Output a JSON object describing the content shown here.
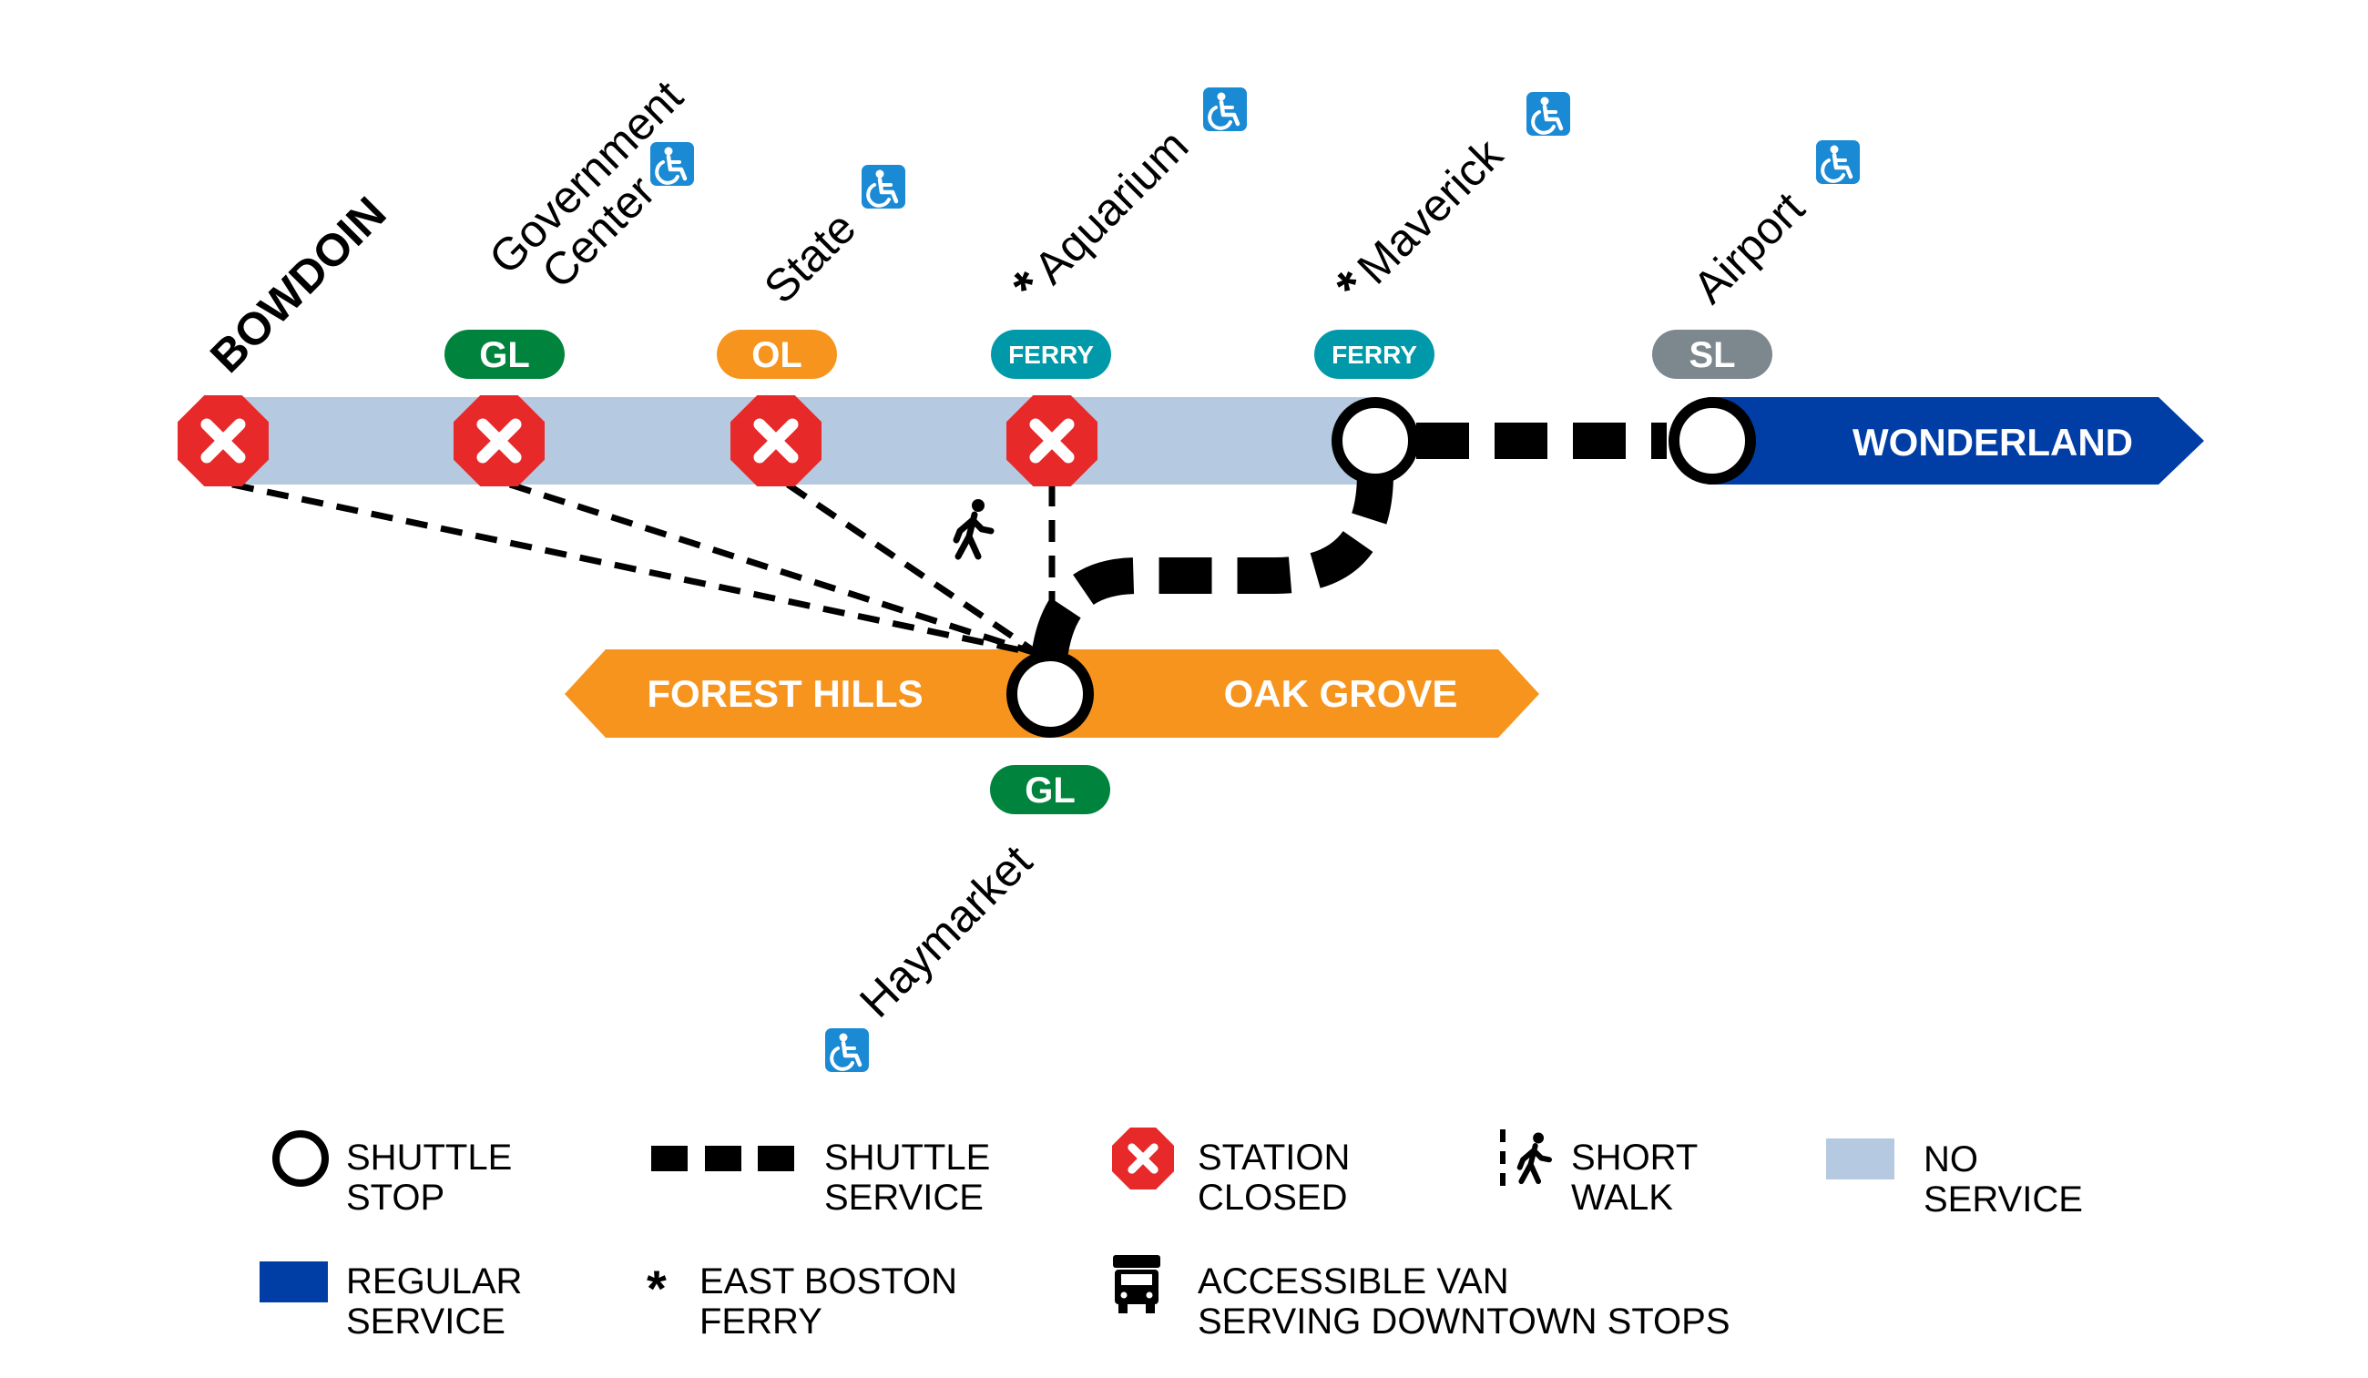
{
  "colors": {
    "no_service": "#b5c9e0",
    "blue_line": "#003da5",
    "orange_line": "#f7941d",
    "green_line": "#00843d",
    "silver_line": "#7c878e",
    "ferry": "#0099aa",
    "closed": "#e8292a",
    "access": "#1a8ad4",
    "ink": "#000000"
  },
  "blue_line": {
    "destination": "WONDERLAND",
    "stations": [
      {
        "name": "BOWDOIN",
        "status": "closed",
        "connection": "",
        "accessible": false,
        "ferry": false
      },
      {
        "name_lines": [
          "Government",
          "Center"
        ],
        "status": "closed",
        "connection": "GL",
        "accessible": true,
        "ferry": false
      },
      {
        "name": "State",
        "status": "closed",
        "connection": "OL",
        "accessible": true,
        "ferry": false
      },
      {
        "name": "Aquarium",
        "status": "closed",
        "connection": "FERRY",
        "accessible": true,
        "ferry": true
      },
      {
        "name": "Maverick",
        "status": "shuttle",
        "connection": "FERRY",
        "accessible": true,
        "ferry": true
      },
      {
        "name": "Airport",
        "status": "shuttle",
        "connection": "SL",
        "accessible": true,
        "ferry": false
      }
    ]
  },
  "orange_line": {
    "left_destination": "FOREST HILLS",
    "right_destination": "OAK GROVE",
    "station": {
      "name": "Haymarket",
      "connection": "GL",
      "accessible": true,
      "status": "shuttle"
    }
  },
  "ferry_mark": "*",
  "legend": {
    "shuttle_stop": [
      "SHUTTLE",
      "STOP"
    ],
    "shuttle_service": [
      "SHUTTLE",
      "SERVICE"
    ],
    "station_closed": [
      "STATION",
      "CLOSED"
    ],
    "short_walk": [
      "SHORT",
      "WALK"
    ],
    "no_service": [
      "NO",
      "SERVICE"
    ],
    "regular_service": [
      "REGULAR",
      "SERVICE"
    ],
    "east_boston_ferry": [
      "EAST BOSTON",
      "FERRY"
    ],
    "accessible_van": [
      "ACCESSIBLE VAN",
      "SERVING DOWNTOWN STOPS"
    ]
  }
}
